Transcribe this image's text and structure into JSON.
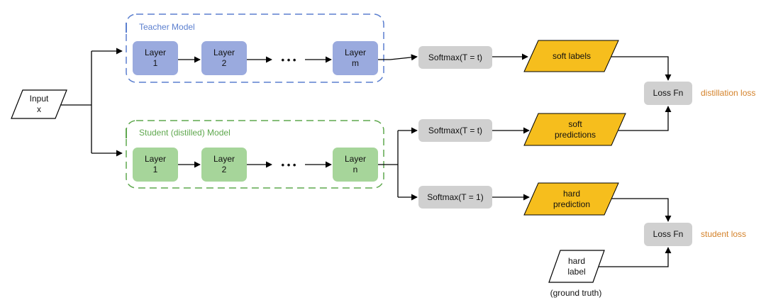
{
  "teacher": {
    "title": "Teacher Model",
    "layers": [
      {
        "line1": "Layer",
        "line2": "1"
      },
      {
        "line1": "Layer",
        "line2": "2"
      },
      {
        "line1": "Layer",
        "line2": "m"
      }
    ],
    "ellipsis": "• • •"
  },
  "student": {
    "title": "Student (distilled) Model",
    "layers": [
      {
        "line1": "Layer",
        "line2": "1"
      },
      {
        "line1": "Layer",
        "line2": "2"
      },
      {
        "line1": "Layer",
        "line2": "n"
      }
    ],
    "ellipsis": "• • •"
  },
  "input": {
    "line1": "Input",
    "line2": "x"
  },
  "softmax": {
    "teacher": "Softmax(T = t)",
    "student_soft": "Softmax(T = t)",
    "student_hard": "Softmax(T = 1)"
  },
  "outputs": {
    "soft_labels": "soft labels",
    "soft_predictions": {
      "line1": "soft",
      "line2": "predictions"
    },
    "hard_prediction": {
      "line1": "hard",
      "line2": "prediction"
    }
  },
  "hard_label": {
    "line1": "hard",
    "line2": "label",
    "caption": "(ground truth)"
  },
  "loss": {
    "distillation": {
      "label": "Loss Fn",
      "caption": "distillation loss"
    },
    "student": {
      "label": "Loss Fn",
      "caption": "student loss"
    }
  },
  "colors": {
    "teacher_layer": "#9aaade",
    "teacher_accent": "#5b7fcf",
    "student_layer": "#a6d59a",
    "student_accent": "#5fa84e",
    "softmax_box": "#d0d0d0",
    "output_fill": "#f6be1d",
    "loss_caption": "#d4822a"
  }
}
